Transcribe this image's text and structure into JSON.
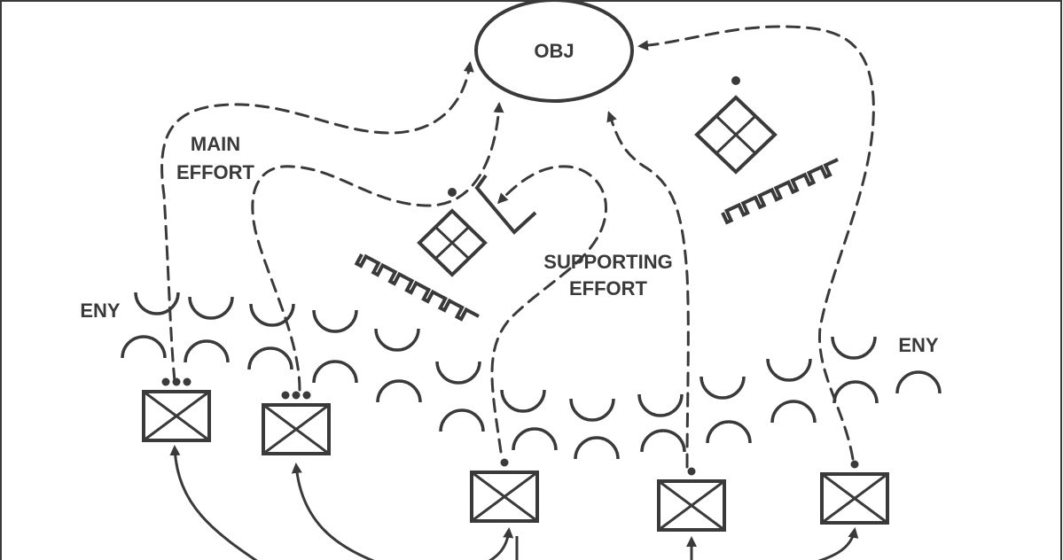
{
  "labels": {
    "objective": "OBJ",
    "main_effort_line1": "MAIN",
    "main_effort_line2": "EFFORT",
    "supporting_effort_line1": "SUPPORTING",
    "supporting_effort_line2": "EFFORT",
    "enemy_left": "ENY",
    "enemy_right": "ENY"
  },
  "colors": {
    "ink": "#3a3a3a",
    "background": "#ffffff"
  },
  "symbols": {
    "objective": "ellipse",
    "friendly_unit": "infantry-box",
    "enemy_position": "arc-obstacle",
    "enemy_unit": "diamond-unit",
    "obstacle": "wire-obstacle"
  }
}
